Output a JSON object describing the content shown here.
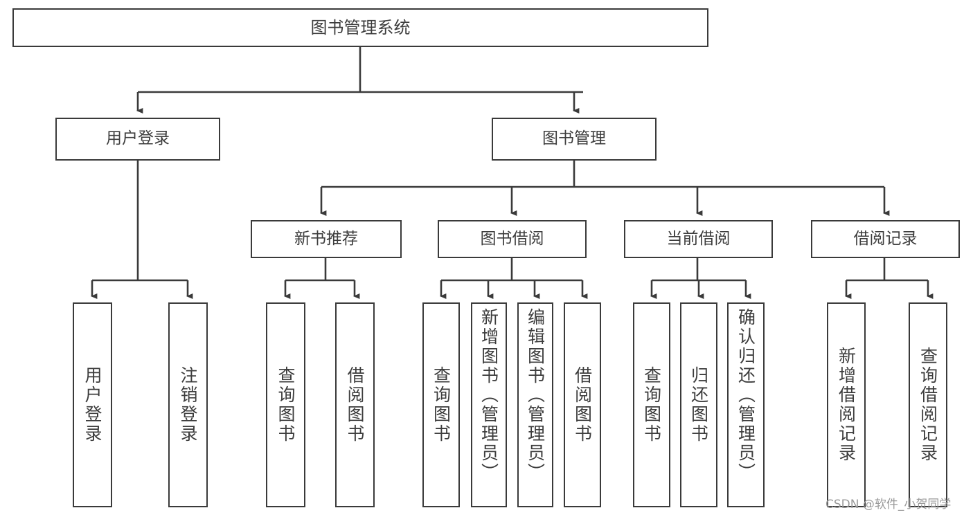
{
  "diagram": {
    "type": "tree-hierarchy-chart",
    "title": "图书管理系统",
    "line_color": "#3a3a3a",
    "text_color": "#3d3d3d",
    "background": "#ffffff",
    "watermark": "CSDN @软件_小贺同学",
    "nodes": {
      "root": {
        "label": "图书管理系统",
        "orientation": "horizontal"
      },
      "user_login": {
        "label": "用户登录",
        "orientation": "horizontal"
      },
      "book_manage": {
        "label": "图书管理",
        "orientation": "horizontal"
      },
      "new_book_rec": {
        "label": "新书推荐",
        "orientation": "horizontal"
      },
      "book_borrow": {
        "label": "图书借阅",
        "orientation": "horizontal"
      },
      "current_borrow": {
        "label": "当前借阅",
        "orientation": "horizontal"
      },
      "borrow_record": {
        "label": "借阅记录",
        "orientation": "horizontal"
      },
      "leaf_user_login": {
        "label": "用户登录",
        "orientation": "vertical"
      },
      "leaf_logout": {
        "label": "注销登录",
        "orientation": "vertical"
      },
      "leaf_query_book_1": {
        "label": "查询图书",
        "orientation": "vertical"
      },
      "leaf_borrow_book_1": {
        "label": "借阅图书",
        "orientation": "vertical"
      },
      "leaf_query_book_2": {
        "label": "查询图书",
        "orientation": "vertical"
      },
      "leaf_add_book": {
        "label": "新增图书（管理员）",
        "orientation": "vertical"
      },
      "leaf_edit_book": {
        "label": "编辑图书（管理员）",
        "orientation": "vertical"
      },
      "leaf_borrow_book_2": {
        "label": "借阅图书",
        "orientation": "vertical"
      },
      "leaf_query_book_3": {
        "label": "查询图书",
        "orientation": "vertical"
      },
      "leaf_return_book": {
        "label": "归还图书",
        "orientation": "vertical"
      },
      "leaf_confirm_return": {
        "label": "确认归还（管理员）",
        "orientation": "vertical"
      },
      "leaf_add_record": {
        "label": "新增借阅记录",
        "orientation": "vertical"
      },
      "leaf_query_record": {
        "label": "查询借阅记录",
        "orientation": "vertical"
      }
    },
    "edges": [
      {
        "from": "root",
        "to": "user_login"
      },
      {
        "from": "root",
        "to": "book_manage"
      },
      {
        "from": "user_login",
        "to": "leaf_user_login"
      },
      {
        "from": "user_login",
        "to": "leaf_logout"
      },
      {
        "from": "book_manage",
        "to": "new_book_rec"
      },
      {
        "from": "book_manage",
        "to": "book_borrow"
      },
      {
        "from": "book_manage",
        "to": "current_borrow"
      },
      {
        "from": "book_manage",
        "to": "borrow_record"
      },
      {
        "from": "new_book_rec",
        "to": "leaf_query_book_1"
      },
      {
        "from": "new_book_rec",
        "to": "leaf_borrow_book_1"
      },
      {
        "from": "book_borrow",
        "to": "leaf_query_book_2"
      },
      {
        "from": "book_borrow",
        "to": "leaf_add_book"
      },
      {
        "from": "book_borrow",
        "to": "leaf_edit_book"
      },
      {
        "from": "book_borrow",
        "to": "leaf_borrow_book_2"
      },
      {
        "from": "current_borrow",
        "to": "leaf_query_book_3"
      },
      {
        "from": "current_borrow",
        "to": "leaf_return_book"
      },
      {
        "from": "current_borrow",
        "to": "leaf_confirm_return"
      },
      {
        "from": "borrow_record",
        "to": "leaf_add_record"
      },
      {
        "from": "borrow_record",
        "to": "leaf_query_record"
      }
    ]
  }
}
